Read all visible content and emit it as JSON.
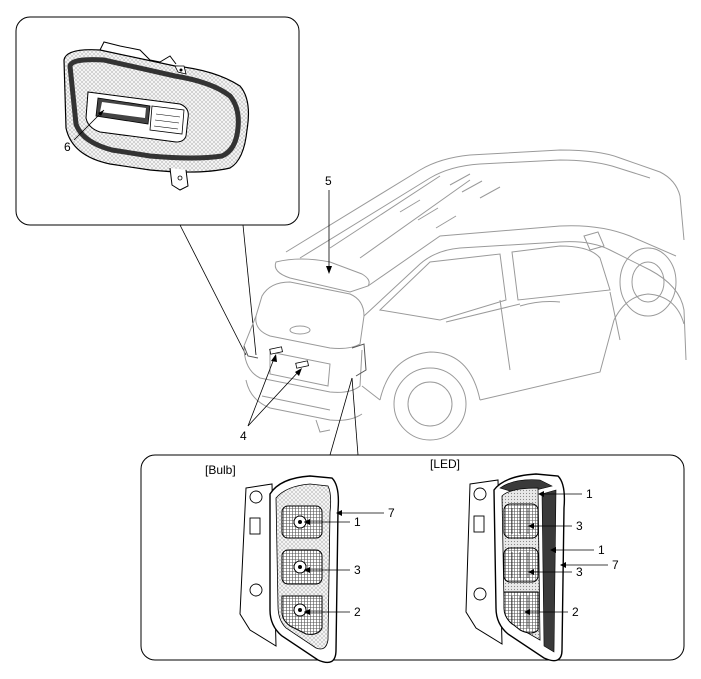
{
  "inset_bulb": {
    "title": "[Bulb]",
    "callouts": [
      "1",
      "3",
      "2",
      "7"
    ]
  },
  "inset_led": {
    "title": "[LED]",
    "callouts": [
      "1",
      "3",
      "1",
      "3",
      "7",
      "2"
    ]
  },
  "inset_top": {
    "callouts": [
      "6"
    ]
  },
  "vehicle": {
    "callouts": [
      "5",
      "4"
    ]
  },
  "colors": {
    "line": "#000000",
    "body_line": "#9a9a9a",
    "lens_dark": "#3a3a3a",
    "lens_mid": "#8c8c8c",
    "lens_light": "#d8d8d8"
  }
}
